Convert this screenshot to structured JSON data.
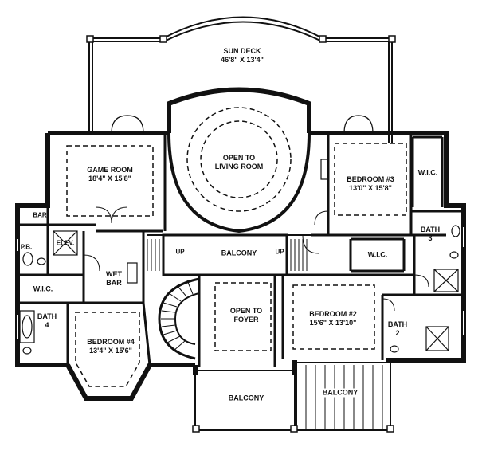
{
  "plan": {
    "ink": "#111111",
    "paper": "#ffffff",
    "rooms": {
      "sun_deck": {
        "name": "SUN DECK",
        "dims": "46'8\" X 13'4\""
      },
      "game_room": {
        "name": "GAME ROOM",
        "dims": "18'4\" X 15'8\""
      },
      "open_living": {
        "line1": "OPEN TO",
        "line2": "LIVING ROOM"
      },
      "bedroom3": {
        "name": "BEDROOM #3",
        "dims": "13'0\" X 15'8\""
      },
      "wic_top": "W.I.C.",
      "bar": "BAR",
      "pb": "P.B.",
      "elev": "ELEV.",
      "balcony_mid": "BALCONY",
      "up_left": "UP",
      "up_right": "UP",
      "bath3": {
        "name": "BATH",
        "num": "3"
      },
      "wic_mid": "W.I.C.",
      "wic_left": "W.I.C.",
      "wet_bar": {
        "line1": "WET",
        "line2": "BAR"
      },
      "open_foyer": {
        "line1": "OPEN TO",
        "line2": "FOYER"
      },
      "bedroom2": {
        "name": "BEDROOM #2",
        "dims": "15'6\" X 13'10\""
      },
      "bath4": {
        "name": "BATH",
        "num": "4"
      },
      "bedroom4": {
        "name": "BEDROOM #4",
        "dims": "13'4\" X 15'6\""
      },
      "bath2": {
        "name": "BATH",
        "num": "2"
      },
      "balcony_bottom_left": "BALCONY",
      "balcony_bottom_right": "BALCONY"
    }
  }
}
